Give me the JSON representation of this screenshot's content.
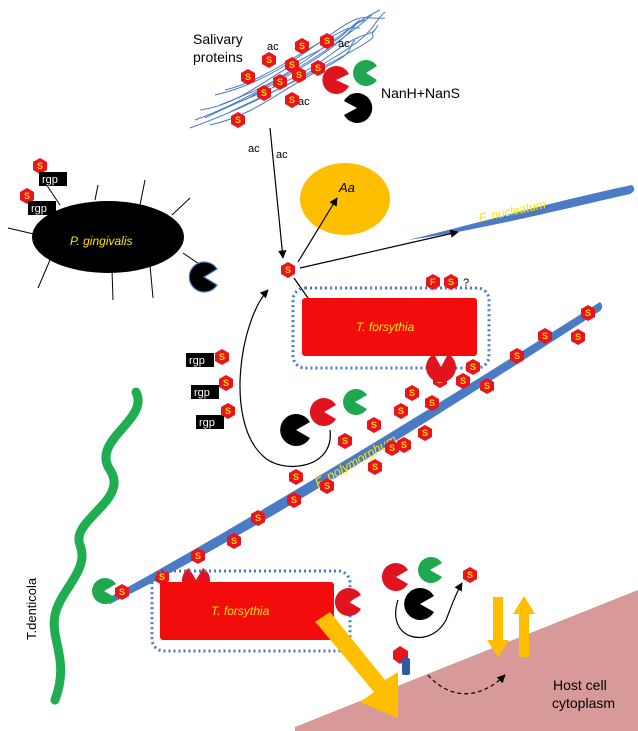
{
  "labels": {
    "salivary": "Salivary",
    "proteins": "proteins",
    "nanh_nans": "NanH+NanS",
    "ac": "ac",
    "aa": "Aa",
    "f_nucleatum": "F. nucleatum",
    "p_gingivalis": "P. gingivalis",
    "t_forsythia": "T. forsythia",
    "f_polymorphum": "F. polymorphum",
    "t_denticola": "T.denticola",
    "host_cell": "Host cell",
    "cytoplasm": "cytoplasm",
    "rgp": "rgp",
    "sialic": "S",
    "f_box": "F",
    "question": "?"
  },
  "colors": {
    "sialic_hex": "#e8141e",
    "sialic_text": "#ffd400",
    "enzyme_red": "#e0141e",
    "enzyme_green": "#1fa84f",
    "enzyme_black": "#000000",
    "fusobacterium": "#4a7bc4",
    "aa_yellow": "#ffbf00",
    "forsythia_red": "#f20c0c",
    "denticola_green": "#1fae4f",
    "host_pink": "#d79a98",
    "orange_arrow": "#ffbf00"
  }
}
